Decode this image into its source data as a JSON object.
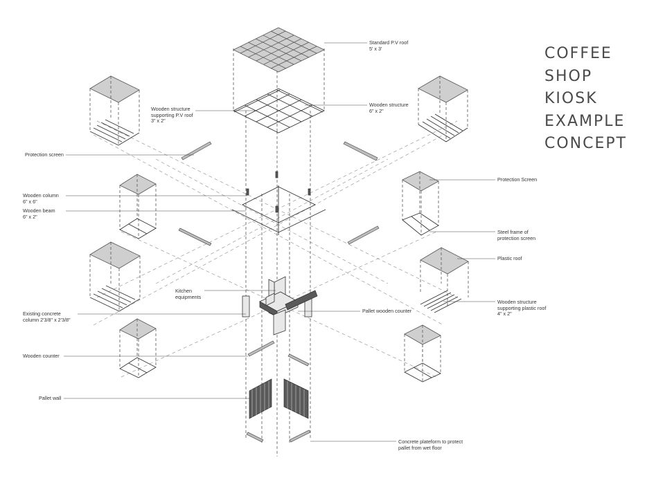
{
  "title": {
    "lines": [
      "COFFEE",
      "SHOP",
      "KIOSK",
      "EXAMPLE",
      "CONCEPT"
    ]
  },
  "labels": {
    "standard_pv_roof": [
      "Standard P.V roof",
      "5' x 3'"
    ],
    "wooden_structure_right": [
      "Wooden structure",
      "6\" x 2\""
    ],
    "wooden_structure_pv": [
      "Wooden structure",
      "supporting P.V roof",
      "3\" x 2\""
    ],
    "protection_screen_left": [
      "Protection screen"
    ],
    "protection_screen_right": [
      "Protection Screen"
    ],
    "wooden_column": [
      "Wooden column",
      "6\" x 6\""
    ],
    "wooden_beam": [
      "Wooden beam",
      "6\" x 2\""
    ],
    "steel_frame": [
      "Steel frame of",
      "protection screen"
    ],
    "plastic_roof": [
      "Plastic roof"
    ],
    "kitchen_equipments": [
      "Kitchen",
      "equipments"
    ],
    "wooden_structure_plastic": [
      "Wooden structure",
      "supporting plastic roof",
      "4\" x 2\""
    ],
    "existing_column": [
      "Existing concrete",
      "column 2'3/8\" x 2'3/8\""
    ],
    "pallet_counter": [
      "Pallet wooden counter"
    ],
    "wooden_counter": [
      "Wooden counter"
    ],
    "pallet_wall": [
      "Pallet wall"
    ],
    "concrete_platform": [
      "Concrete plateform to protect",
      "pallet from wet floor"
    ]
  }
}
